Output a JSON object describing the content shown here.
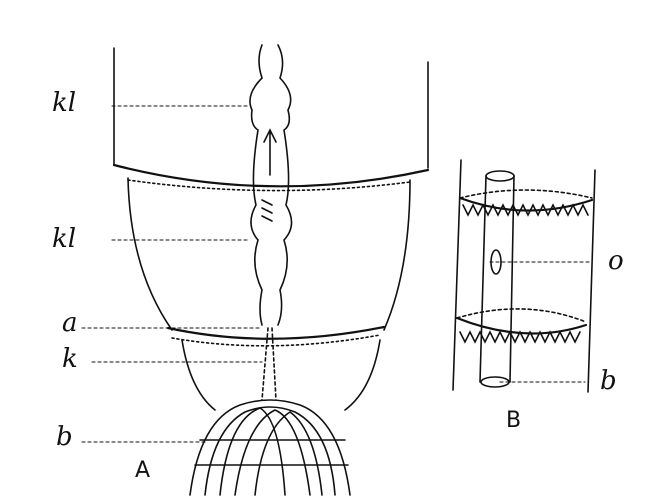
{
  "figure_a": {
    "caption": "A",
    "labels": {
      "kl_upper": "kl",
      "kl_lower": "kl",
      "a": "a",
      "k": "k",
      "b": "b"
    }
  },
  "figure_b": {
    "caption": "B",
    "labels": {
      "o": "o",
      "b": "b"
    }
  },
  "colors": {
    "ink": "#111111",
    "paper": "#ffffff"
  }
}
